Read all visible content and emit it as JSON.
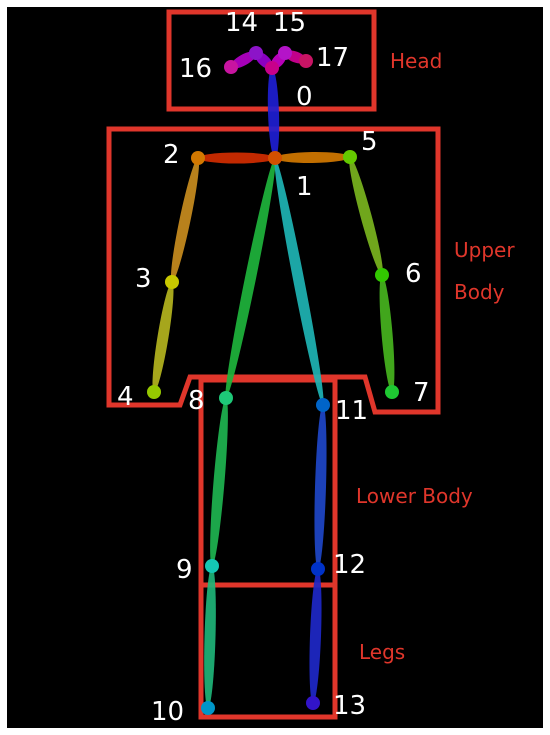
{
  "regions": [
    {
      "id": "head",
      "label_lines": [
        "Head"
      ]
    },
    {
      "id": "upper-body",
      "label_lines": [
        "Upper",
        "Body"
      ]
    },
    {
      "id": "lower-body",
      "label_lines": [
        "Lower Body"
      ]
    },
    {
      "id": "legs",
      "label_lines": [
        "Legs"
      ]
    }
  ],
  "keypoints": [
    {
      "id": "0",
      "label": "0"
    },
    {
      "id": "1",
      "label": "1"
    },
    {
      "id": "2",
      "label": "2"
    },
    {
      "id": "3",
      "label": "3"
    },
    {
      "id": "4",
      "label": "4"
    },
    {
      "id": "5",
      "label": "5"
    },
    {
      "id": "6",
      "label": "6"
    },
    {
      "id": "7",
      "label": "7"
    },
    {
      "id": "8",
      "label": "8"
    },
    {
      "id": "9",
      "label": "9"
    },
    {
      "id": "10",
      "label": "10"
    },
    {
      "id": "11",
      "label": "11"
    },
    {
      "id": "12",
      "label": "12"
    },
    {
      "id": "13",
      "label": "13"
    },
    {
      "id": "14",
      "label": "14"
    },
    {
      "id": "15",
      "label": "15"
    },
    {
      "id": "16",
      "label": "16"
    },
    {
      "id": "17",
      "label": "17"
    }
  ],
  "bones": [
    [
      "1",
      "0"
    ],
    [
      "0",
      "14"
    ],
    [
      "0",
      "15"
    ],
    [
      "14",
      "16"
    ],
    [
      "15",
      "17"
    ],
    [
      "1",
      "2"
    ],
    [
      "1",
      "5"
    ],
    [
      "2",
      "3"
    ],
    [
      "3",
      "4"
    ],
    [
      "5",
      "6"
    ],
    [
      "6",
      "7"
    ],
    [
      "1",
      "8"
    ],
    [
      "1",
      "11"
    ],
    [
      "8",
      "9"
    ],
    [
      "9",
      "10"
    ],
    [
      "11",
      "12"
    ],
    [
      "12",
      "13"
    ]
  ],
  "colors": {
    "background": "#000000",
    "region_outline": "#e0362b",
    "region_label": "#e0362b",
    "keypoint_label": "#ffffff"
  }
}
